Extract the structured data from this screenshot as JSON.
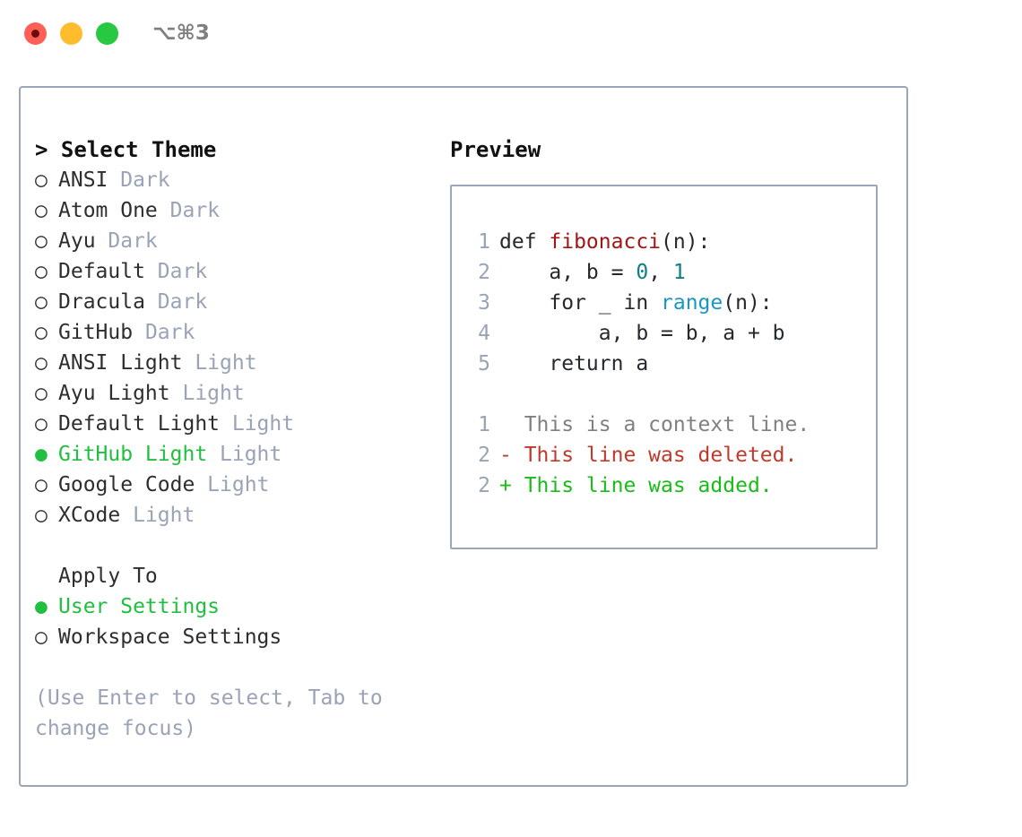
{
  "titlebar": {
    "shortcut": "⌥⌘3",
    "lights": [
      {
        "name": "close",
        "color": "#ff5f57",
        "has_dot": true
      },
      {
        "name": "minimize",
        "color": "#ffbd2e",
        "has_dot": false
      },
      {
        "name": "maximize",
        "color": "#28c840",
        "has_dot": false
      }
    ]
  },
  "theme_picker": {
    "heading": "> Select Theme",
    "marker_unselected": "○",
    "marker_selected": "●",
    "items": [
      {
        "name": "ANSI",
        "kind": "Dark",
        "selected": false
      },
      {
        "name": "Atom One",
        "kind": "Dark",
        "selected": false
      },
      {
        "name": "Ayu",
        "kind": "Dark",
        "selected": false
      },
      {
        "name": "Default",
        "kind": "Dark",
        "selected": false
      },
      {
        "name": "Dracula",
        "kind": "Dark",
        "selected": false
      },
      {
        "name": "GitHub",
        "kind": "Dark",
        "selected": false
      },
      {
        "name": "ANSI Light",
        "kind": "Light",
        "selected": false
      },
      {
        "name": "Ayu Light",
        "kind": "Light",
        "selected": false
      },
      {
        "name": "Default Light",
        "kind": "Light",
        "selected": false
      },
      {
        "name": "GitHub Light",
        "kind": "Light",
        "selected": true
      },
      {
        "name": "Google Code",
        "kind": "Light",
        "selected": false
      },
      {
        "name": "XCode",
        "kind": "Light",
        "selected": false
      }
    ]
  },
  "apply_to": {
    "heading": "Apply To",
    "items": [
      {
        "name": "User Settings",
        "selected": true
      },
      {
        "name": "Workspace Settings",
        "selected": false
      }
    ]
  },
  "hint": "(Use Enter to select, Tab to change focus)",
  "preview": {
    "heading": "Preview",
    "code_lines": [
      {
        "num": "1",
        "tokens": [
          {
            "text": "def ",
            "style": "tok-def"
          },
          {
            "text": "fibonacci",
            "style": "tok-fn"
          },
          {
            "text": "(n):",
            "style": "tok-plain"
          }
        ]
      },
      {
        "num": "2",
        "tokens": [
          {
            "text": "    a, b = ",
            "style": "tok-plain"
          },
          {
            "text": "0",
            "style": "tok-num"
          },
          {
            "text": ", ",
            "style": "tok-plain"
          },
          {
            "text": "1",
            "style": "tok-num"
          }
        ]
      },
      {
        "num": "3",
        "tokens": [
          {
            "text": "    for _ in ",
            "style": "tok-plain"
          },
          {
            "text": "range",
            "style": "tok-call"
          },
          {
            "text": "(n):",
            "style": "tok-plain"
          }
        ]
      },
      {
        "num": "4",
        "tokens": [
          {
            "text": "        a, b = b, a + b",
            "style": "tok-plain"
          }
        ]
      },
      {
        "num": "5",
        "tokens": [
          {
            "text": "    return a",
            "style": "tok-plain"
          }
        ]
      }
    ],
    "diff_lines": [
      {
        "num": "1",
        "text": "  This is a context line.",
        "style": "diff-ctx"
      },
      {
        "num": "2",
        "text": "- This line was deleted.",
        "style": "diff-del"
      },
      {
        "num": "2",
        "text": "+ This line was added.",
        "style": "diff-add"
      }
    ]
  },
  "colors": {
    "accent_green": "#20bf3f",
    "muted": "#9aa3b5",
    "border": "#9aa7b8",
    "diff_delete": "#c0392b",
    "diff_add": "#18bd18",
    "fn_name": "#a31515",
    "number": "#0b8080",
    "call": "#1896c4"
  }
}
